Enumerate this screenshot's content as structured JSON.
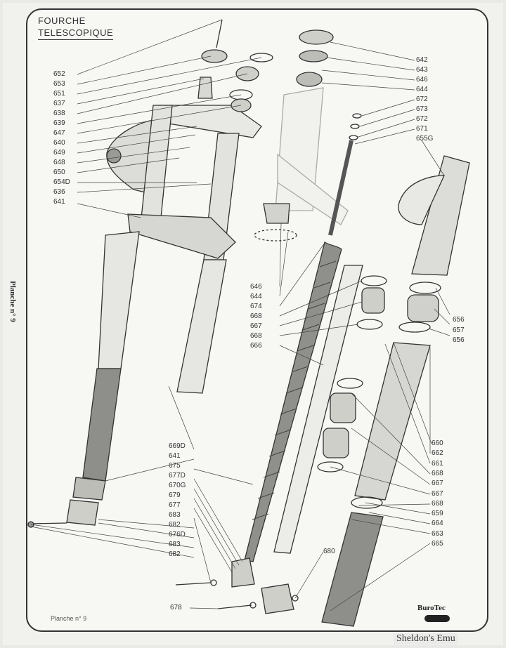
{
  "title": {
    "line1": "FOURCHE",
    "line2": "TELESCOPIQUE"
  },
  "side_label": "Planche n° 9",
  "bottom_caption": "Planche n° 9",
  "brand": "BuroTec",
  "watermark": "Sheldon's Emu",
  "labels_left": [
    "652",
    "653",
    "651",
    "637",
    "638",
    "639",
    "647",
    "640",
    "649",
    "648",
    "650",
    "654D",
    "636",
    "641"
  ],
  "labels_mid_upper": [
    "646",
    "644",
    "674",
    "668",
    "667",
    "668",
    "666"
  ],
  "labels_right_top": [
    "642",
    "643",
    "646",
    "644",
    "672",
    "673",
    "672",
    "671",
    "655G"
  ],
  "labels_right_mid": [
    "656",
    "657",
    "656"
  ],
  "labels_right_low": [
    "660",
    "662",
    "661",
    "668",
    "667",
    "667",
    "668",
    "659",
    "664",
    "663",
    "665"
  ],
  "labels_left_low": [
    "669D",
    "641",
    "675",
    "677D",
    "670G",
    "679",
    "677",
    "683",
    "682",
    "676D",
    "683",
    "682"
  ],
  "labels_misc": {
    "p680": "680",
    "p678": "678"
  },
  "colors": {
    "ink": "#333333",
    "paper": "#f7f7f4",
    "shade": "#9a9a96"
  }
}
